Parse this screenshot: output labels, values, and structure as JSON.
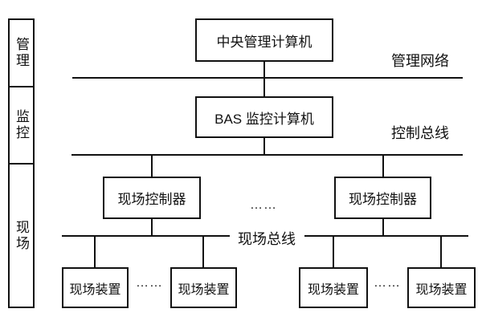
{
  "sidebar": {
    "sections": [
      "管理",
      "监控",
      "现场"
    ]
  },
  "levels": {
    "management": {
      "node": "中央管理计算机",
      "bus_label": "管理网络"
    },
    "supervision": {
      "node": "BAS 监控计算机",
      "bus_label": "控制总线"
    },
    "field": {
      "controllers": [
        "现场控制器",
        "现场控制器"
      ],
      "controller_ellipsis": "……",
      "bus_label": "现场总线",
      "devices": [
        "现场装置",
        "现场装置",
        "现场装置",
        "现场装置"
      ],
      "device_ellipsis": "……"
    }
  }
}
